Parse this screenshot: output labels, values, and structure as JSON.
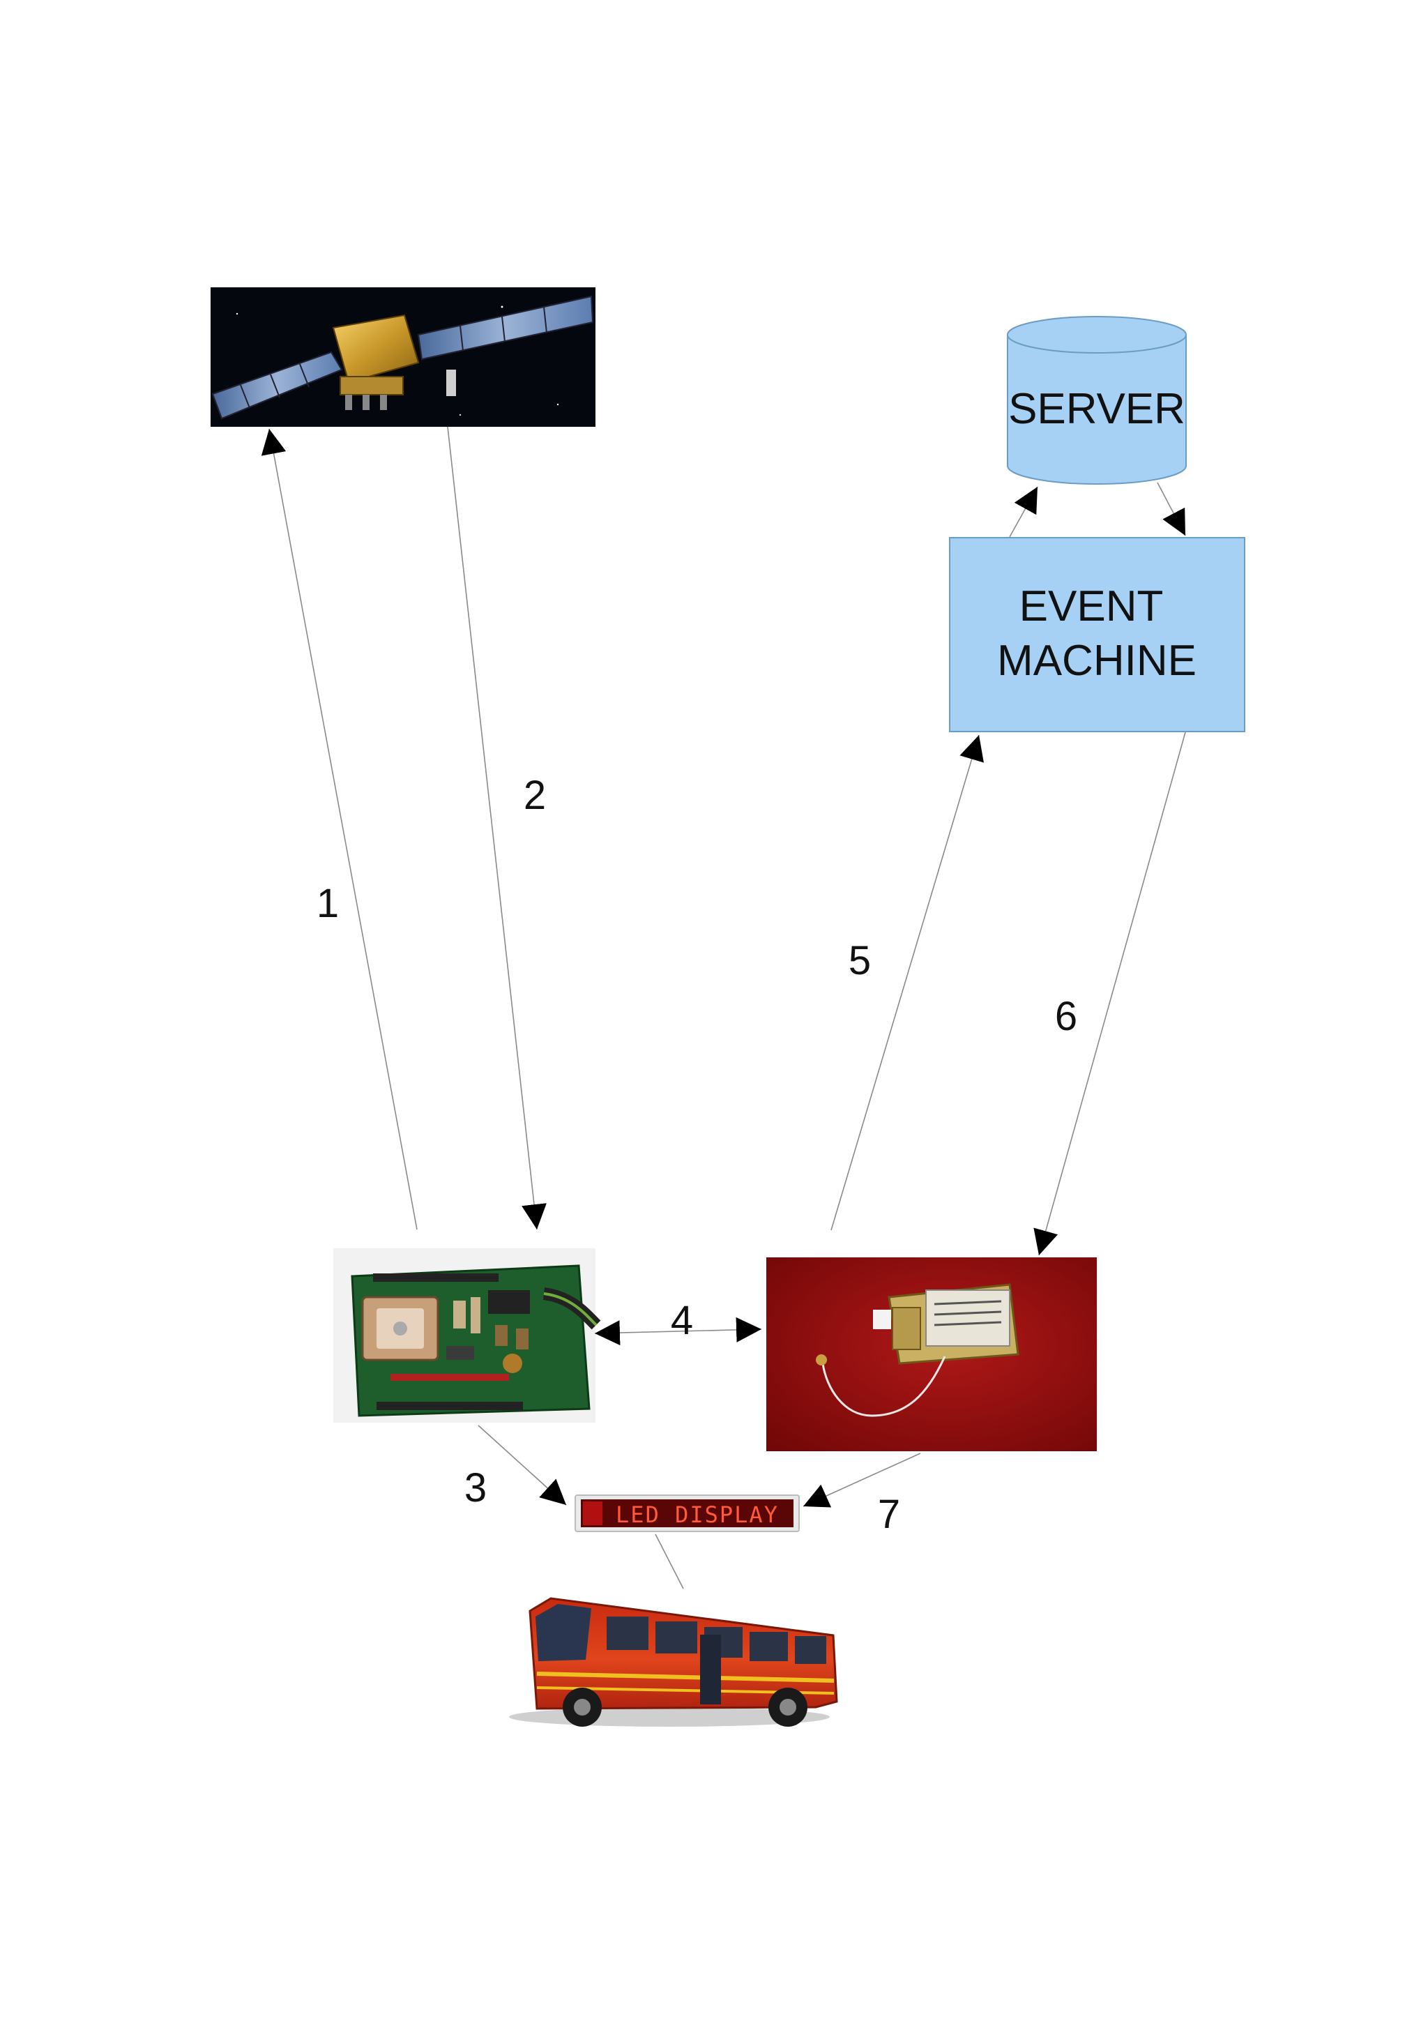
{
  "nodes": {
    "server": {
      "label": "SERVER",
      "fill": "#a6d1f5",
      "stroke": "#6a9cc4"
    },
    "event_machine": {
      "label_line1": "EVENT",
      "label_line2": "MACHINE",
      "fill": "#a6d1f5",
      "stroke": "#6a9cc4"
    },
    "led_display": {
      "label": "LED DISPLAY",
      "text_color": "#ff5a3a",
      "panel_color": "#5a0606"
    }
  },
  "edges": {
    "e1": {
      "label": "1"
    },
    "e2": {
      "label": "2"
    },
    "e3": {
      "label": "3"
    },
    "e4": {
      "label": "4"
    },
    "e5": {
      "label": "5"
    },
    "e6": {
      "label": "6"
    },
    "e7": {
      "label": "7"
    }
  },
  "colors": {
    "edge_line": "#8a8a8a",
    "arrowhead": "#000000",
    "gsm_background": "#8c0a0a",
    "bus_body": "#d8381a"
  }
}
